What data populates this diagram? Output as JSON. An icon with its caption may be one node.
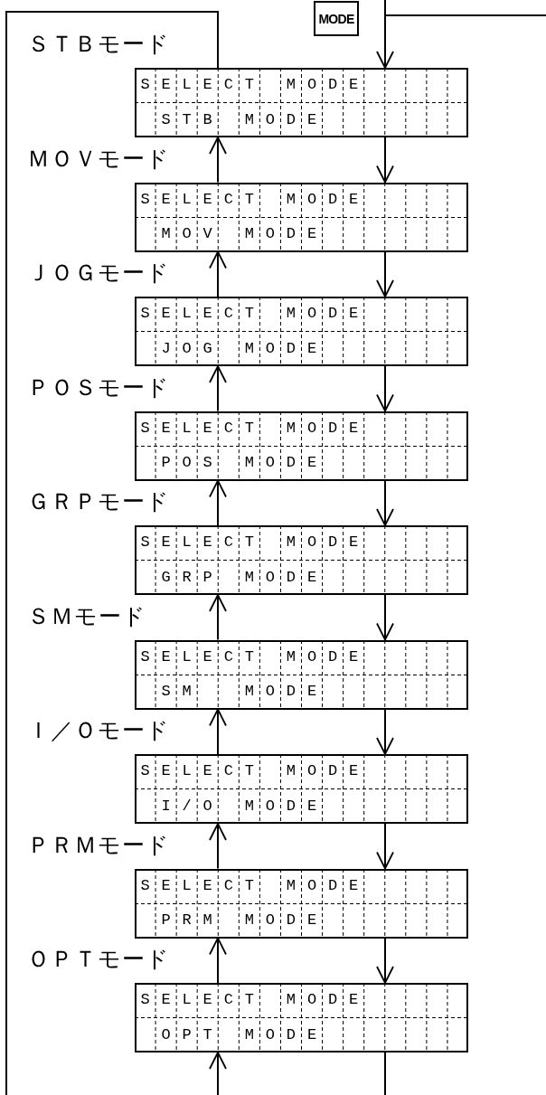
{
  "diagram": {
    "nodes": [
      {
        "text": [
          "MODE"
        ]
      },
      {
        "text": [
          "SELECT MODE",
          "STB MODE"
        ],
        "beside": [
          "ＳＴＢモード"
        ]
      },
      {
        "text": [
          "SELECT MODE",
          "MOV MODE"
        ],
        "beside": [
          "ＭＯＶモード"
        ]
      },
      {
        "text": [
          "SELECT MODE",
          "JOG MODE"
        ],
        "beside": [
          "ＪＯＧモード"
        ]
      },
      {
        "text": [
          "SELECT MODE",
          "POS MODE"
        ],
        "beside": [
          "ＰＯＳモード"
        ]
      },
      {
        "text": [
          "SELECT MODE",
          "GRP MODE"
        ],
        "beside": [
          "ＧＲＰモード"
        ]
      },
      {
        "text": [
          "SELECT MODE",
          "SM  MODE"
        ],
        "beside": [
          "ＳＭモード"
        ]
      },
      {
        "text": [
          "SELECT MODE",
          "I/O MODE"
        ],
        "beside": [
          "Ｉ／Ｏモード"
        ]
      },
      {
        "text": [
          "SELECT MODE",
          "PRM MODE"
        ],
        "beside": [
          "ＰＲＭモード"
        ]
      },
      {
        "text": [
          "SELECT MODE",
          "OPT MODE"
        ],
        "beside": [
          "ＯＰＴモード"
        ]
      }
    ],
    "edges": [
      {
        "from": null,
        "to": 1,
        "arrow": "to"
      },
      {
        "from": null,
        "to": 1,
        "arrow": "none"
      },
      {
        "from": 1,
        "to": 2,
        "arrow": "to"
      },
      {
        "from": 2,
        "to": 1,
        "arrow": "to"
      },
      {
        "from": 2,
        "to": 3,
        "arrow": "to"
      },
      {
        "from": 3,
        "to": 2,
        "arrow": "to"
      },
      {
        "from": 3,
        "to": 4,
        "arrow": "to"
      },
      {
        "from": 4,
        "to": 3,
        "arrow": "to"
      },
      {
        "from": 4,
        "to": 5,
        "arrow": "to"
      },
      {
        "from": 5,
        "to": 4,
        "arrow": "to"
      },
      {
        "from": 5,
        "to": 6,
        "arrow": "to"
      },
      {
        "from": 6,
        "to": 5,
        "arrow": "to"
      },
      {
        "from": 6,
        "to": 7,
        "arrow": "to"
      },
      {
        "from": 7,
        "to": 6,
        "arrow": "to"
      },
      {
        "from": 7,
        "to": 8,
        "arrow": "to"
      },
      {
        "from": 8,
        "to": 7,
        "arrow": "to"
      },
      {
        "from": 8,
        "to": 9,
        "arrow": "to"
      },
      {
        "from": 9,
        "to": 8,
        "arrow": "to"
      },
      {
        "from": 9,
        "to": null,
        "arrow": "none"
      },
      {
        "from": null,
        "to": 9,
        "arrow": "to"
      }
    ]
  }
}
